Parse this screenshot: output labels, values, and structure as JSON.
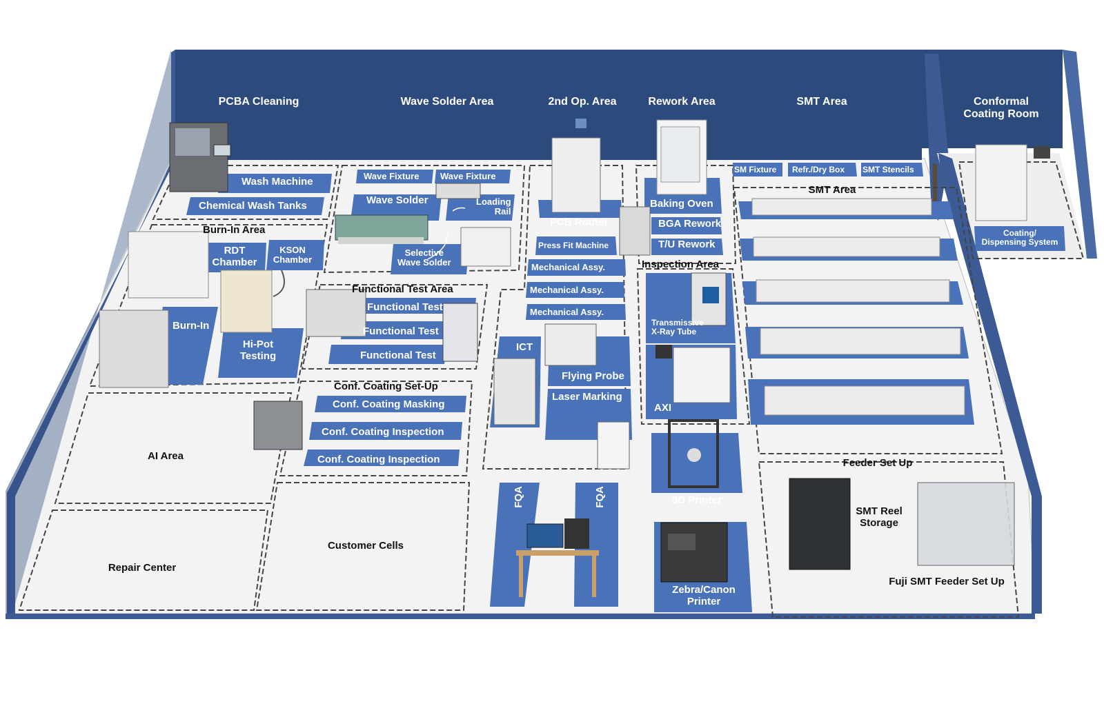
{
  "header_areas": {
    "pcba_cleaning": "PCBA Cleaning",
    "wave_solder_area": "Wave Solder Area",
    "second_op_area": "2nd Op. Area",
    "rework_area": "Rework Area",
    "smt_area_header": "SMT Area",
    "conformal_coating_room": "Conformal\nCoating Room"
  },
  "cleaning": {
    "wash_machine": "Wash Machine",
    "chemical_wash_tanks": "Chemical Wash Tanks"
  },
  "wave": {
    "wave_fixture_1": "Wave Fixture",
    "wave_fixture_2": "Wave Fixture",
    "wave_solder": "Wave Solder",
    "loading_rail": "Loading\nRail",
    "selective_wave_solder": "Selective\nWave Solder"
  },
  "second_op": {
    "pcb_router": "PCB Router",
    "press_fit_machine": "Press Fit Machine",
    "mechanical_assy_1": "Mechanical Assy.",
    "mechanical_assy_2": "Mechanical Assy.",
    "mechanical_assy_3": "Mechanical Assy.",
    "ict": "ICT",
    "flying_probe": "Flying Probe",
    "laser_marking": "Laser Marking"
  },
  "rework": {
    "baking_oven": "Baking Oven",
    "bga_rework": "BGA Rework",
    "tu_rework": "T/U Rework"
  },
  "inspection": {
    "title": "Inspection Area",
    "xray": "Transmissive\nX-Ray Tube",
    "axi": "AXI"
  },
  "printers": {
    "printer_3d": "3D Printer",
    "zebra": "Zebra/Canon\nPrinter"
  },
  "smt": {
    "sm_fixture": "SM Fixture",
    "refr_dry_box": "Refr./Dry Box",
    "smt_stencils": "SMT Stencils",
    "title": "SMT Area"
  },
  "conformal": {
    "coating_dispensing": "Coating/\nDispensing System"
  },
  "burn_in": {
    "title": "Burn-In Area",
    "rdt_chamber": "RDT\nChamber",
    "kson_chamber": "KSON\nChamber",
    "burn_in": "Burn-In",
    "hipot": "Hi-Pot\nTesting"
  },
  "functional": {
    "title": "Functional Test Area",
    "ft_1": "Functional Test",
    "ft_2": "Functional Test",
    "ft_3": "Functional Test"
  },
  "conf_setup": {
    "title": "Conf. Coating Set-Up",
    "masking": "Conf. Coating Masking",
    "inspection_1": "Conf. Coating Inspection",
    "inspection_2": "Conf. Coating Inspection"
  },
  "floor_areas": {
    "ai_area": "AI Area",
    "repair_center": "Repair Center",
    "customer_cells": "Customer Cells"
  },
  "fqa": {
    "fqa_1": "FQA",
    "fqa_2": "FQA"
  },
  "feeder": {
    "title": "Feeder Set Up",
    "smt_reel_storage": "SMT Reel\nStorage",
    "fuji": "Fuji SMT Feeder Set Up"
  },
  "colors": {
    "wall": "#2d4a7d",
    "wall_edge": "#4a6aa6",
    "label_box": "#4a72b8",
    "floor": "#f3f3f3",
    "zone_border": "#555555"
  }
}
